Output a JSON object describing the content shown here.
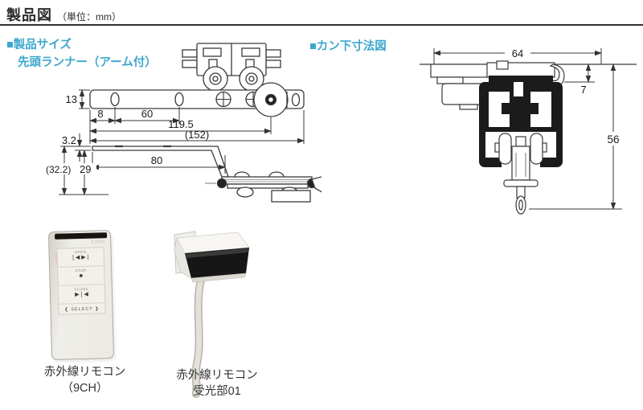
{
  "header": {
    "title": "製品図",
    "unit": "（単位：mm）"
  },
  "sections": {
    "product_size": {
      "line1": "■製品サイズ",
      "line2": "先頭ランナー（アーム付）"
    },
    "kan_drop": "■カン下寸法図"
  },
  "runner_diagram": {
    "dim_height": "13",
    "dim_offset": "8",
    "dim_hole_spacing": "60",
    "dim_to_pulley": "119.5",
    "dim_total": "(152)",
    "dim_plate": "3.2",
    "dim_overall_drop": "(32.2)",
    "dim_arm_drop": "29",
    "dim_arm_length": "80"
  },
  "rail_diagram": {
    "dim_width": "64",
    "dim_top_gap": "7",
    "dim_drop": "56"
  },
  "remote": {
    "brand": "TOSO",
    "buttons": [
      {
        "label": "OPEN",
        "icon": "❘◀ ▶❘"
      },
      {
        "label": "STOP",
        "icon": "■"
      },
      {
        "label": "CLOSE",
        "icon": "▶❘◀"
      }
    ],
    "select_label": "❮ SELECT ❯",
    "caption1": "赤外線リモコン",
    "caption2": "（9CH）"
  },
  "receiver": {
    "caption1": "赤外線リモコン",
    "caption2": "受光部01"
  },
  "colors": {
    "accent": "#3da7cd",
    "ink": "#2b2b2b"
  }
}
